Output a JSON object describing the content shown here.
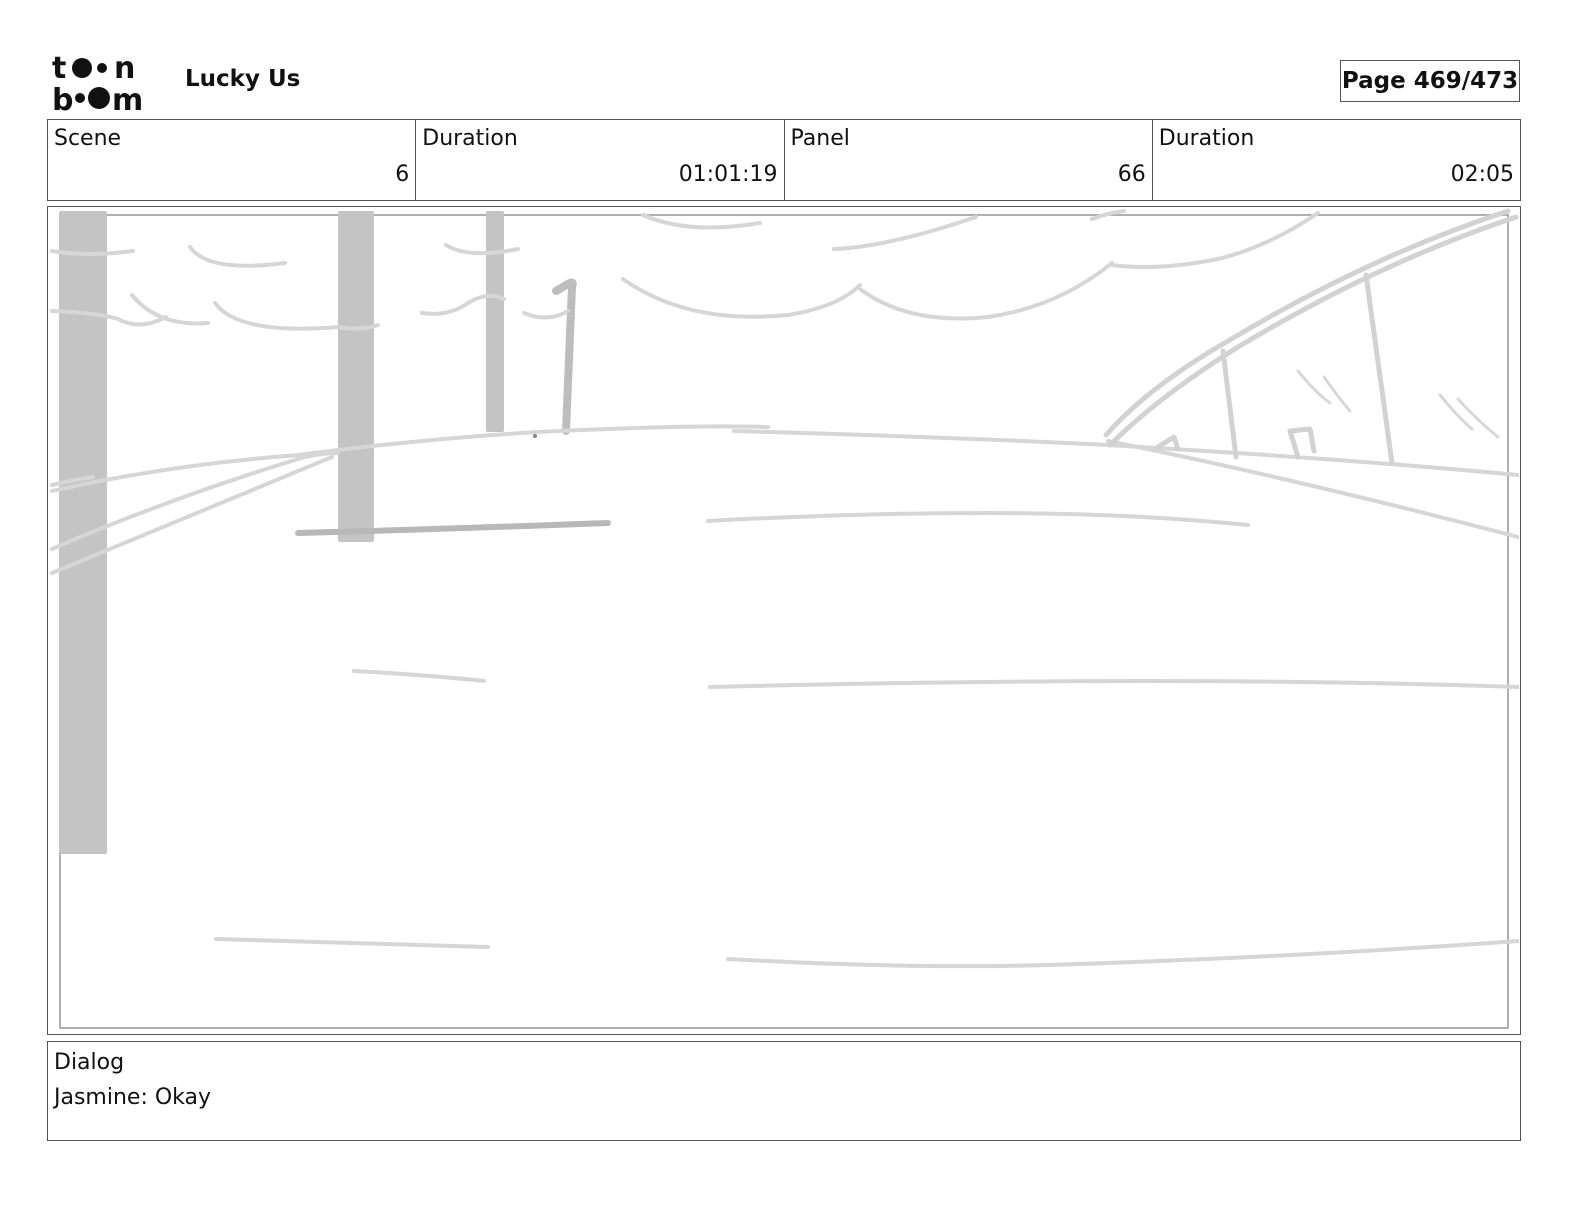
{
  "header": {
    "logo": {
      "icon": "toonboom-logo",
      "text": "toon boom"
    },
    "project_title": "Lucky Us",
    "page": "Page 469/473"
  },
  "info": {
    "scene_label": "Scene",
    "scene_value": "6",
    "scene_duration_label": "Duration",
    "scene_duration_value": "01:01:19",
    "panel_label": "Panel",
    "panel_value": "66",
    "panel_duration_label": "Duration",
    "panel_duration_value": "02:05"
  },
  "dialog": {
    "label": "Dialog",
    "text": "Jasmine: Okay"
  },
  "colors": {
    "border": "#555555",
    "sketch_light": "#d6d6d6",
    "sketch_dark": "#bdbdbd"
  }
}
